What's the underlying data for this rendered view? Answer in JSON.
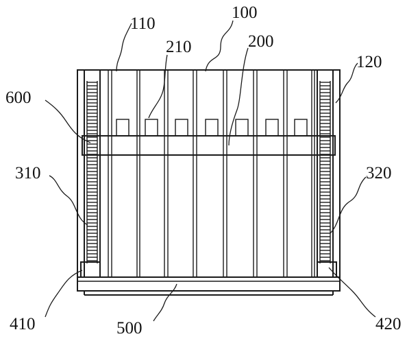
{
  "figure": {
    "labels": {
      "l100": "100",
      "l110": "110",
      "l120": "120",
      "l200": "200",
      "l210": "210",
      "l310": "310",
      "l320": "320",
      "l410": "410",
      "l420": "420",
      "l500": "500",
      "l600": "600"
    },
    "line_color": "#1a1a1a",
    "background": "#ffffff"
  }
}
